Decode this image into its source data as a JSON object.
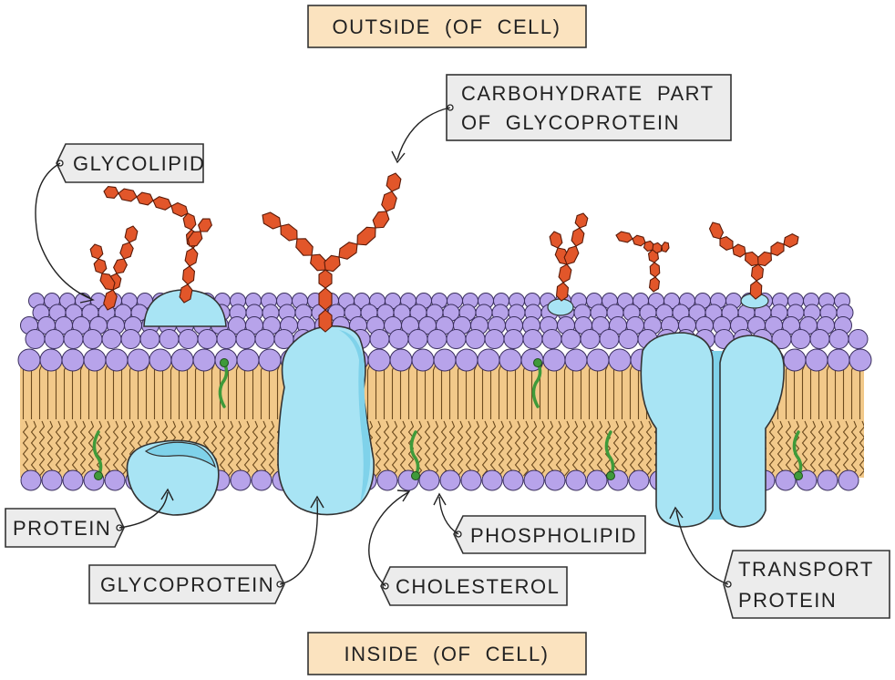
{
  "regions": {
    "outside": "OUTSIDE  (OF  CELL)",
    "inside": "INSIDE  (OF  CELL)"
  },
  "labels": {
    "carbohydrate_line1": "CARBOHYDRATE  PART",
    "carbohydrate_line2": "OF  GLYCOPROTEIN",
    "glycolipid": "GLYCOLIPID",
    "protein": "PROTEIN",
    "glycoprotein": "GLYCOPROTEIN",
    "phospholipid": "PHOSPHOLIPID",
    "cholesterol": "CHOLESTEROL",
    "transport_line1": "TRANSPORT",
    "transport_line2": "PROTEIN"
  },
  "colors": {
    "phospholipid_head": "#b7a3ea",
    "lipid_tail": "#6b4a1e",
    "bilayer_core": "#f2c98a",
    "protein": "#a8e4f4",
    "protein_dark": "#7fd2ea",
    "sugar": "#e2562a",
    "cholesterol": "#3f9a3a",
    "label_box": "#ececec",
    "region_box": "#fbe3bf"
  }
}
